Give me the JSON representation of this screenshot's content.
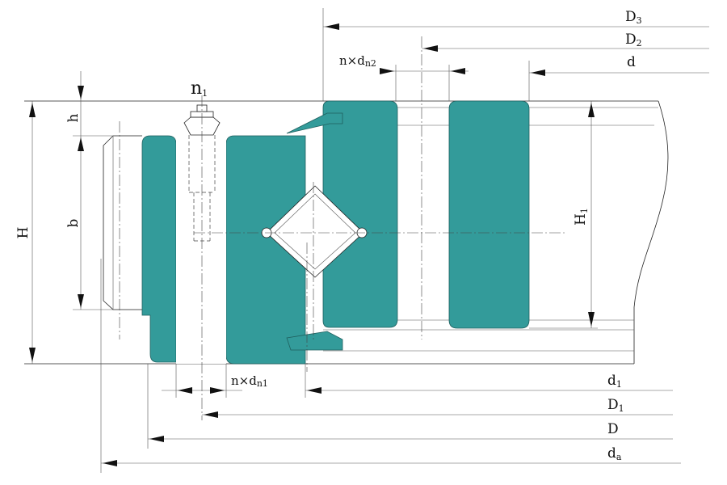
{
  "colors": {
    "ring_fill": "#339b9a",
    "line": "#222222"
  },
  "labels": {
    "H": "H",
    "h": "h",
    "b": "b",
    "n1": {
      "main": "n",
      "sub": "1"
    },
    "H1": {
      "main": "H",
      "sub": "1"
    },
    "D3": {
      "main": "D",
      "sub": "3"
    },
    "D2": {
      "main": "D",
      "sub": "2"
    },
    "d": "d",
    "n_dn2": {
      "main": "n×d",
      "sub": "n2"
    },
    "n_dn1": {
      "main": "n×d",
      "sub": "n1"
    },
    "d1": {
      "main": "d",
      "sub": "1"
    },
    "D1": {
      "main": "D",
      "sub": "1"
    },
    "D": "D",
    "da": {
      "main": "d",
      "sub": "a"
    }
  }
}
